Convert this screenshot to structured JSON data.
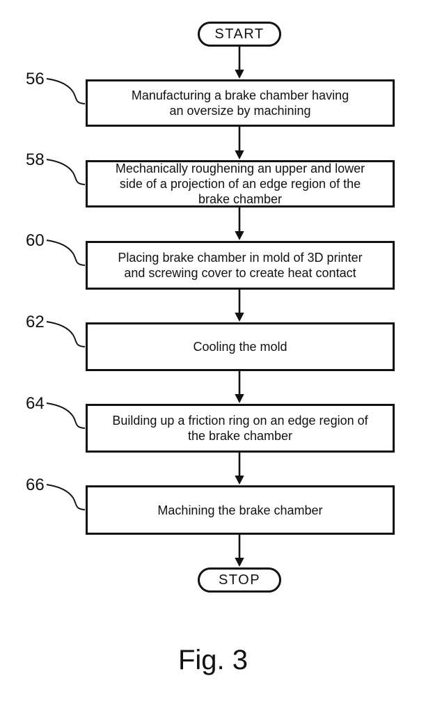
{
  "colors": {
    "line": "#111111",
    "background": "#ffffff",
    "text": "#111111"
  },
  "flowchart": {
    "start_label": "START",
    "stop_label": "STOP",
    "steps": [
      {
        "ref": "56",
        "text": "Manufacturing a brake chamber having\nan oversize by machining"
      },
      {
        "ref": "58",
        "text": "Mechanically roughening an upper and lower\nside of a projection of an edge region of the\nbrake chamber"
      },
      {
        "ref": "60",
        "text": "Placing brake chamber in mold of 3D printer\nand screwing cover to create heat contact"
      },
      {
        "ref": "62",
        "text": "Cooling the mold"
      },
      {
        "ref": "64",
        "text": "Building up a friction ring on an edge region of\nthe brake chamber"
      },
      {
        "ref": "66",
        "text": "Machining the brake chamber"
      }
    ]
  },
  "figure_label": "Fig. 3"
}
